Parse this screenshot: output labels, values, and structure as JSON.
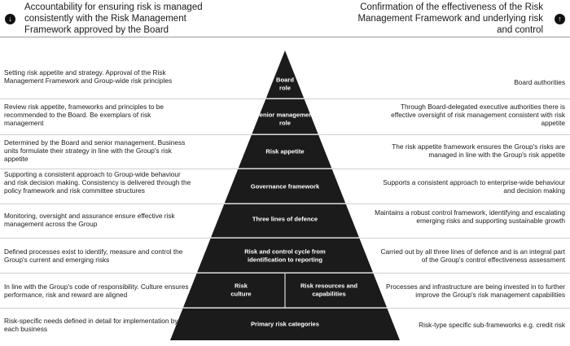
{
  "header": {
    "left_title": "Accountability for ensuring risk is managed consistently with the Risk Management Framework approved by the Board",
    "right_title": "Confirmation of the effectiveness of the Risk Management Framework and underlying risk and control",
    "left_icon": "arrow-down-icon",
    "right_icon": "arrow-up-icon"
  },
  "rows": [
    {
      "left": "Setting risk appetite and strategy. Approval of the Risk Management Framework and Group-wide risk principles",
      "level": "Board role",
      "right": "Board authorities"
    },
    {
      "left": "Review risk appetite, frameworks and principles to be recommended to the Board. Be exemplars of risk management",
      "level": "Senior management role",
      "right": "Through Board-delegated executive authorities there is effective oversight of risk management consistent with risk appetite"
    },
    {
      "left": "Determined by the Board and senior management. Business units formulate their strategy in line with the Group's risk appetite",
      "level": "Risk appetite",
      "right": "The risk appetite framework ensures the Group's risks are managed in line with the Group's risk appetite"
    },
    {
      "left": "Supporting a consistent approach to Group-wide behaviour and risk decision making. Consistency is delivered through the policy framework and risk committee structures",
      "level": "Governance framework",
      "right": "Supports a consistent approach to enterprise-wide behaviour and decision making"
    },
    {
      "left": "Monitoring, oversight and assurance ensure effective risk management across the Group",
      "level": "Three lines of defence",
      "right": "Maintains a robust control framework, identifying and escalating emerging risks and supporting sustainable growth"
    },
    {
      "left": "Defined processes exist to identify, measure and control the Group's current and emerging risks",
      "level": "Risk and control cycle from identification to reporting",
      "right": "Carried out by all three lines of defence and is an integral part of the Group's control effectiveness assessment"
    },
    {
      "left": "In line with the Group's code of responsibility. Culture ensures performance, risk and reward are aligned",
      "level_a": "Risk culture",
      "level_b": "Risk resources and capabilities",
      "right": "Processes and infrastructure are being invested in to further improve the Group's risk management capabilities"
    },
    {
      "left": "Risk-specific needs defined in detail for implementation by each business",
      "level": "Primary risk categories",
      "right": "Risk-type specific sub-frameworks e.g. credit risk"
    }
  ]
}
